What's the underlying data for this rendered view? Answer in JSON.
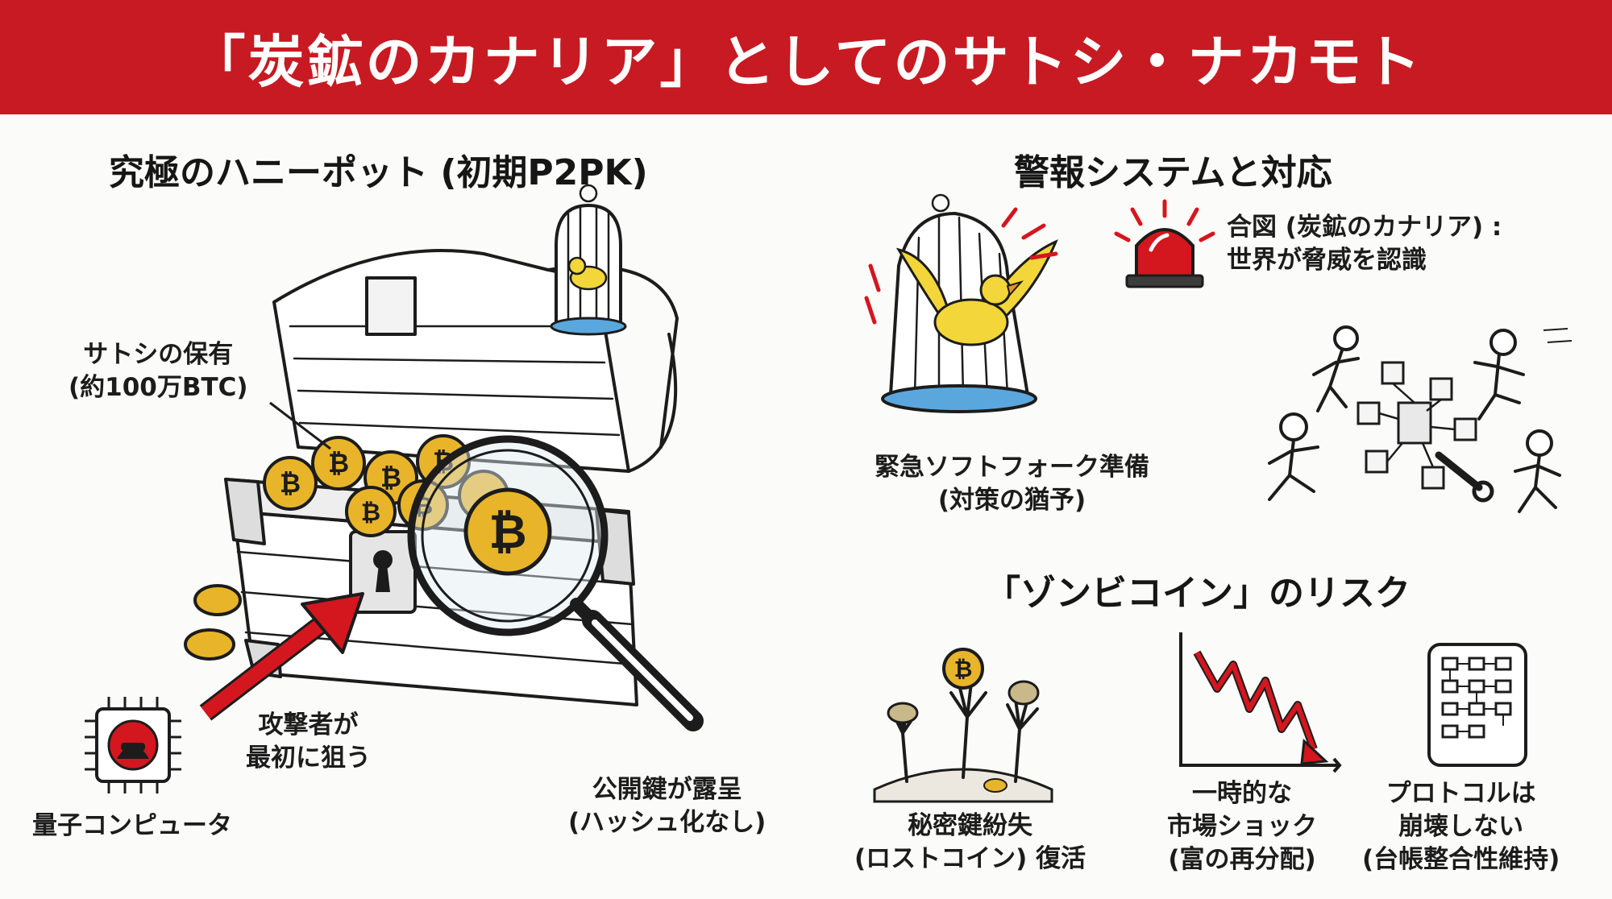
{
  "title": "「炭鉱のカナリア」としてのサトシ・ナカモト",
  "left_section": {
    "heading": "究極のハニーポット (初期P2PK)",
    "holdings_label": [
      "サトシの保有",
      "(約100万BTC)"
    ],
    "attacker_label": [
      "攻撃者が",
      "最初に狙う"
    ],
    "quantum_label": "量子コンピュータ",
    "pubkey_label": [
      "公開鍵が露呈",
      "(ハッシュ化なし)"
    ],
    "coin_symbol": "₿"
  },
  "alarm_section": {
    "heading": "警報システムと対応",
    "signal_label": [
      "合図 (炭鉱のカナリア) :",
      "世界が脅威を認識"
    ],
    "softfork_label": [
      "緊急ソフトフォーク準備",
      "(対策の猶予)"
    ]
  },
  "zombie_section": {
    "heading": "「ゾンビコイン」のリスク",
    "lost_keys_label": [
      "秘密鍵紛失",
      "(ロストコイン) 復活"
    ],
    "market_label": [
      "一時的な",
      "市場ショック",
      "(富の再分配)"
    ],
    "protocol_label": [
      "プロトコルは",
      "崩壊しない",
      "(台帳整合性維持)"
    ]
  },
  "colors": {
    "banner_red": "#c81a22",
    "coin_gold": "#e8b52a",
    "canary_yellow": "#f2d63a",
    "accent_blue": "#5aa7dd",
    "alarm_red": "#d4161e"
  }
}
